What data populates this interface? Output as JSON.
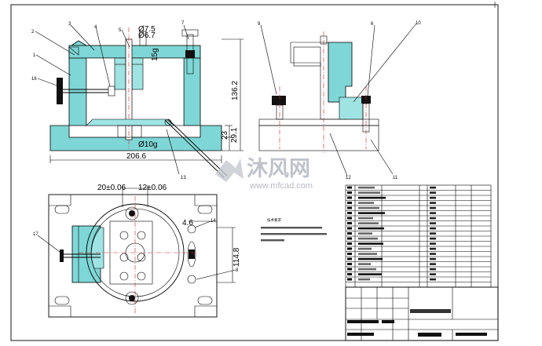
{
  "drawing": {
    "watermark_brand": "沐风网",
    "watermark_url": "www.mfcad.com",
    "notes_title": "技术要求"
  },
  "dimensions": {
    "d1": "Ø7.5",
    "d2": "Ø6.7",
    "d3": "136.2",
    "d4": "206.6",
    "d5": "23",
    "d6": "29.1",
    "d7": "Ø10g",
    "d8": "20±0.06",
    "d9": "12±0.06",
    "d10": "114.8",
    "d11": "4.6",
    "d12": "15g"
  },
  "balloons": {
    "b1": "1",
    "b2": "2",
    "b3": "3",
    "b4": "4",
    "b5": "5",
    "b6": "6",
    "b7": "7",
    "b8": "8",
    "b9": "9",
    "b10": "10",
    "b11": "11",
    "b12": "12",
    "b13": "13",
    "b14": "14",
    "b16": "16",
    "b17": "17"
  },
  "colors": {
    "hatch": "#7fd6d6",
    "centerline": "#cc2222",
    "line": "#000000",
    "watermark": "#aab0b8"
  }
}
